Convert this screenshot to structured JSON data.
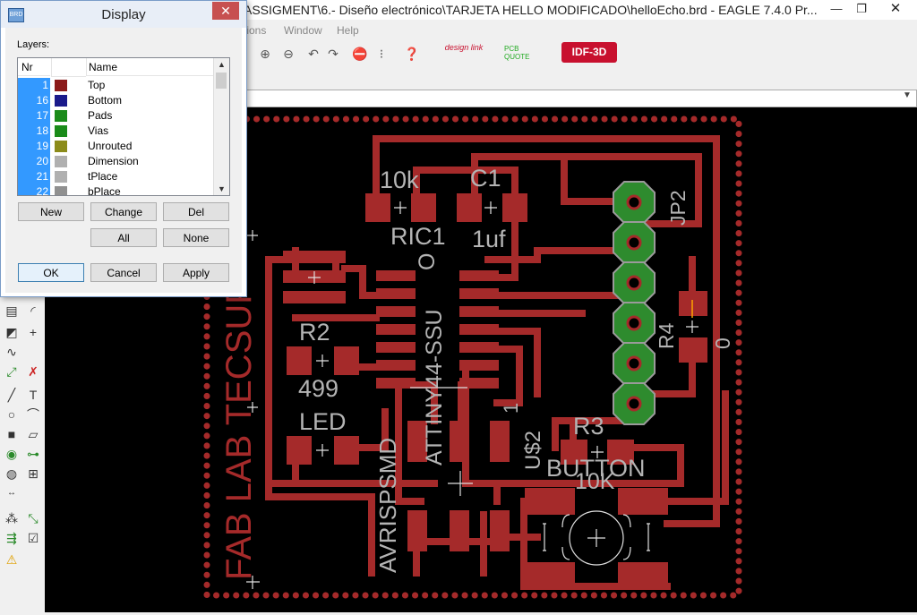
{
  "window": {
    "title": "ASSIGMENT\\6.- Diseño electrónico\\TARJETA HELLO MODIFICADO\\helloEcho.brd - EAGLE 7.4.0 Pr...",
    "min_symbol": "—",
    "max_symbol": "❐",
    "close_symbol": "✕"
  },
  "menu": [
    "tions",
    "Window",
    "Help"
  ],
  "toolbar": {
    "designlink_logo": "design link",
    "pcbquote_logo": "PCB QUOTE",
    "idf_button": "IDF-3D"
  },
  "dialog": {
    "title": "Display",
    "icon_text": "BRD",
    "close_symbol": "✕",
    "layers_label": "Layers:",
    "columns": [
      "Nr",
      "Name"
    ],
    "layers": [
      {
        "nr": "1",
        "name": "Top",
        "color": "#8b1a1a"
      },
      {
        "nr": "16",
        "name": "Bottom",
        "color": "#1a1a8b"
      },
      {
        "nr": "17",
        "name": "Pads",
        "color": "#1a8b1a"
      },
      {
        "nr": "18",
        "name": "Vias",
        "color": "#1a8b1a"
      },
      {
        "nr": "19",
        "name": "Unrouted",
        "color": "#8b8b1a"
      },
      {
        "nr": "20",
        "name": "Dimension",
        "color": "#b0b0b0"
      },
      {
        "nr": "21",
        "name": "tPlace",
        "color": "#b0b0b0"
      },
      {
        "nr": "22",
        "name": "bPlace",
        "color": "#909090"
      }
    ],
    "buttons": {
      "new": "New",
      "change": "Change",
      "del": "Del",
      "all": "All",
      "none": "None",
      "ok": "OK",
      "cancel": "Cancel",
      "apply": "Apply"
    }
  },
  "board": {
    "labels": {
      "r_10k": "10k",
      "c1": "C1",
      "ric1": "RIC1",
      "uf": "1uf",
      "jp2": "JP2",
      "r2": "R2",
      "val499": "499",
      "led": "LED",
      "r4": "R4",
      "zero": "0",
      "r3": "R3",
      "button": "BUTTON",
      "r3_10k": "10K",
      "attiny": "ATTINY44-SSU",
      "one": "1",
      "us2": "U$2",
      "avrispsmd": "AVRISPSMD",
      "fablab": "FAB LAB  TECSUP",
      "ic_o": "O"
    },
    "colors": {
      "copper": "#a52a2a",
      "pad": "#2e8b2e",
      "text": "#b4b4b4",
      "background": "#000000"
    }
  }
}
